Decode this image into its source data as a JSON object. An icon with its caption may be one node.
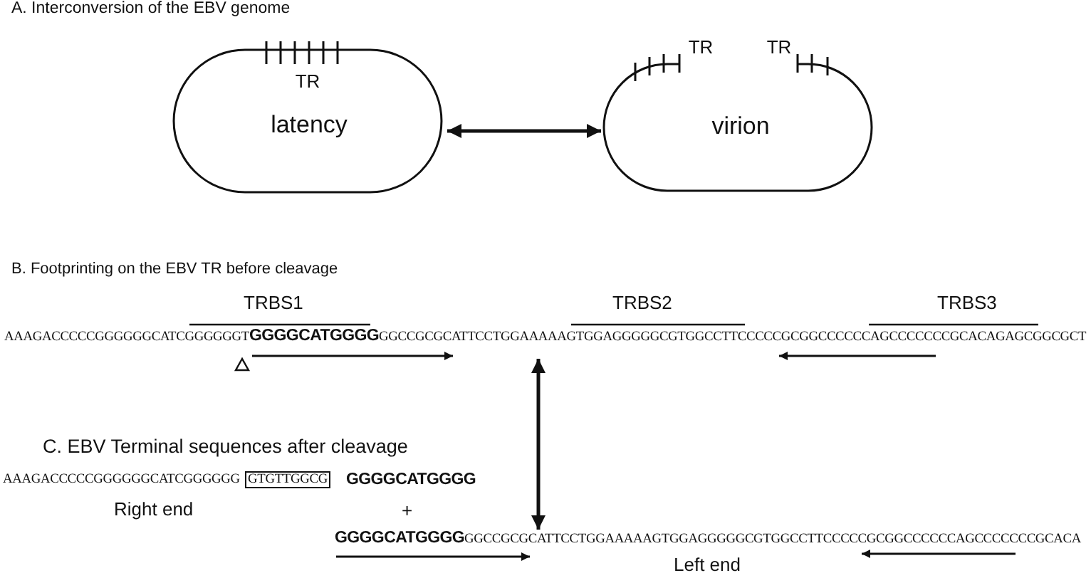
{
  "diagram": {
    "nodes": [
      {
        "text": [
          "TR",
          "latency"
        ]
      },
      {
        "text": [
          "TR",
          "TR",
          "virion"
        ]
      },
      {
        "text": [
          "AAAGACCCCCGGGGGGCATCGGGGGGT**GGGGCATGGGG**GGCCGCGCATTCCTGGAAAAAGTGGAGGGGGCGTGGCCTTCCCCCGCGGCCCCCCAGCCCCCCCGCACAGAGCGGCGCT"
        ]
      },
      {
        "text": [
          "**GGGGCATGGGG**GGCCGCGCATTCCTGGAAAAAGTGGAGGGGGCGTGGCCTTCCCCCGCGGCCCCCCAGCCCCCCCGCACA"
        ]
      }
    ],
    "edges": [
      {
        "from": 0,
        "to": 1,
        "arrow": "both"
      },
      {
        "from": 2,
        "to": 3,
        "arrow": "both"
      }
    ],
    "labels": [
      "A.  Interconversion of the EBV genome",
      "B.  Footprinting on the EBV TR before cleavage",
      "TRBS1",
      "TRBS2",
      "TRBS3",
      "C.  EBV Terminal sequences after cleavage",
      "AAAGACCCCCGGGGGGCATCGGGGGG",
      "GTGTTGGCG",
      "GGGGCATGGGG",
      "Right end",
      "+",
      "Left end"
    ]
  }
}
